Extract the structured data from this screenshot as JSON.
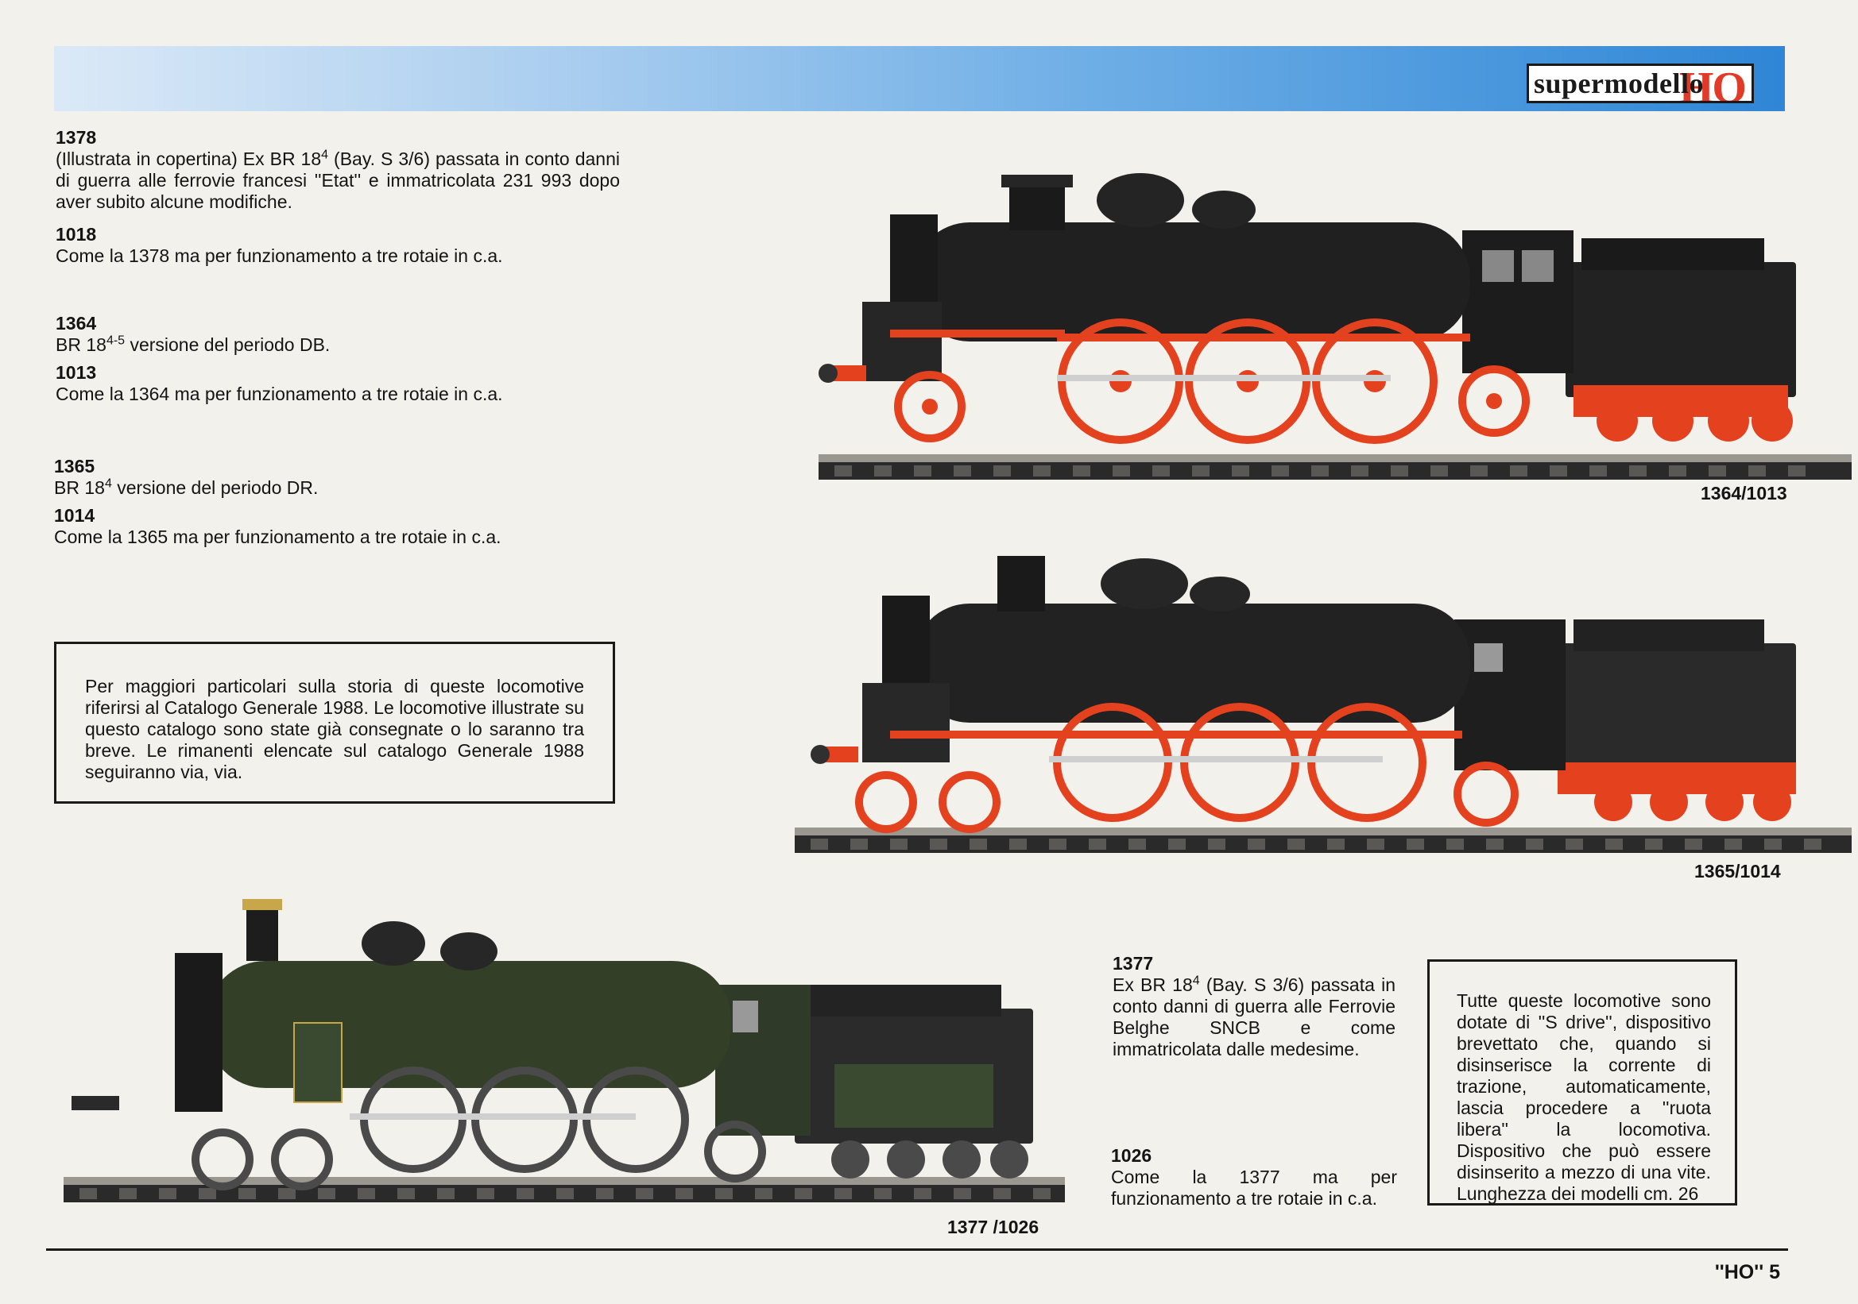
{
  "header": {
    "brand": "supermodello",
    "brand_mark": "HO"
  },
  "left_column": {
    "b1378_code": "1378",
    "b1378_pre": "(Illustrata in copertina) Ex BR 18",
    "b1378_sup": "4",
    "b1378_post": " (Bay. S 3/6) passata in conto danni di guerra alle ferrovie francesi ''Etat'' e immatricolata 231 993 dopo aver subito alcune modifiche.",
    "b1018_code": "1018",
    "b1018_text": "Come la 1378 ma per funzionamento a tre rotaie in c.a.",
    "b1364_code": "1364",
    "b1364_pre": "BR 18",
    "b1364_sup": "4-5",
    "b1364_post": " versione del periodo DB.",
    "b1013_code": "1013",
    "b1013_text": "Come la 1364 ma per funzionamento a tre rotaie in c.a.",
    "b1365_code": "1365",
    "b1365_pre": "BR 18",
    "b1365_sup": "4",
    "b1365_post": " versione del periodo DR.",
    "b1014_code": "1014",
    "b1014_text": "Come la 1365 ma per funzionamento a tre rotaie in c.a."
  },
  "info_box": {
    "text": "Per maggiori particolari sulla storia di queste locomotive riferirsi al Catalogo Generale 1988. Le locomotive illustrate su questo catalogo sono state già consegnate o lo saranno tra breve. Le rimanenti elencate sul catalogo Generale 1988 seguiranno via, via."
  },
  "bottom_column": {
    "b1377_code": "1377",
    "b1377_pre": "Ex BR 18",
    "b1377_sup": "4",
    "b1377_post": " (Bay. S 3/6) passata in conto danni di guerra alle Ferrovie Belghe SNCB e come immatricolata dalle medesime.",
    "b1026_code": "1026",
    "b1026_text": "Come la 1377 ma per funzionamento a tre rotaie in c.a."
  },
  "drive_box": {
    "text": "Tutte queste locomotive sono dotate di ''S drive'', dispositivo brevettato che, quando si disinserisce la corrente di trazione, automaticamente, lascia procedere a ''ruota libera'' la locomotiva. Dispositivo che può essere disinserito a mezzo di una vite. Lunghezza dei modelli cm. 26"
  },
  "captions": {
    "loco1": "1364/1013",
    "loco2": "1365/1014",
    "loco3": "1377 /1026"
  },
  "footer": {
    "page": "''HO'' 5"
  },
  "colors": {
    "loco_body": "#1e1e1e",
    "wheel_red": "#e4421f",
    "loco_green": "#3a4a30",
    "header_blue": "#2f86d6"
  }
}
